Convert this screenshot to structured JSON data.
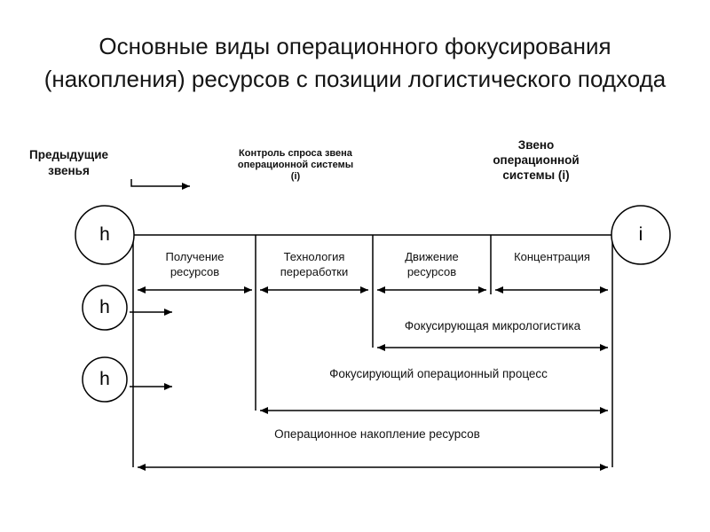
{
  "title": "Основные виды операционного фокусирования\n(накопления) ресурсов с позиции логистического подхода",
  "labels": {
    "previous_links": "Предыдущие\nзвенья",
    "demand_control": "Контроль спроса звена\nоперационной системы\n(i)",
    "system_link": "Звено\nоперационной\nсистемы (i)"
  },
  "nodes": {
    "prev1": "h",
    "prev2": "h",
    "prev3": "h",
    "current": "i"
  },
  "segments": [
    "Получение\nресурсов",
    "Технология\nпереработки",
    "Движение\nресурсов",
    "Концентрация"
  ],
  "spans": {
    "micrologistics": "Фокусирующая микрологистика",
    "operational_process": "Фокусирующий операционный процесс",
    "accumulation": "Операционное накопление ресурсов"
  }
}
